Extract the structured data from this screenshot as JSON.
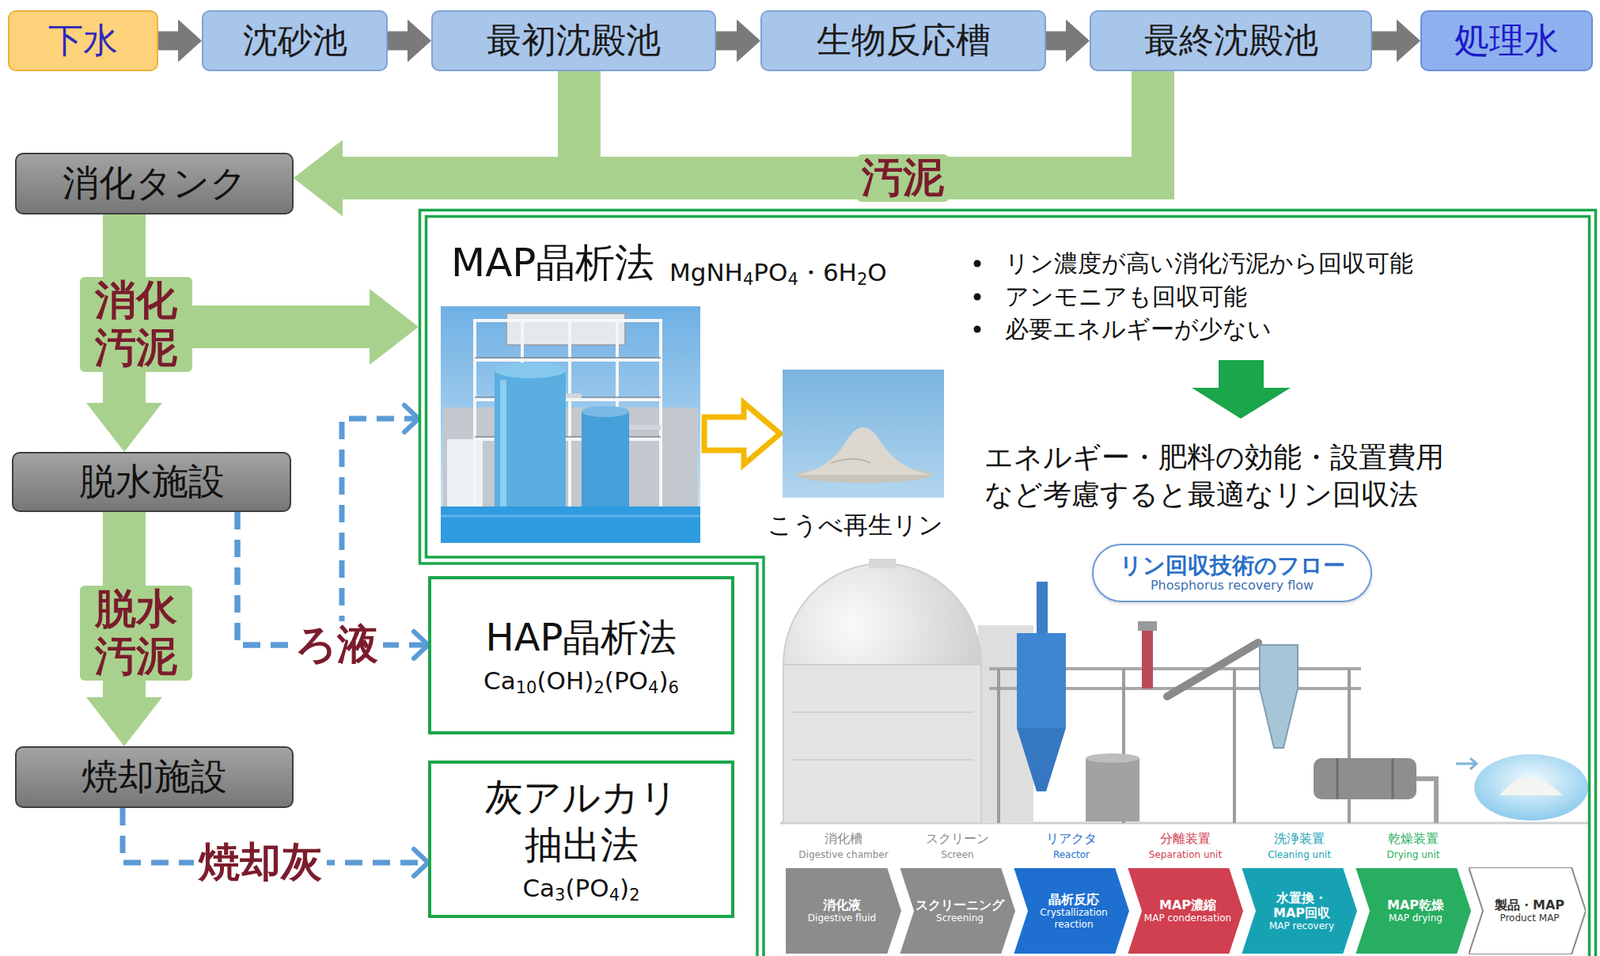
{
  "diagram": {
    "nodes": [
      {
        "text": [
          "下水"
        ]
      },
      {
        "text": [
          "沈砂池"
        ]
      },
      {
        "text": [
          "最初沈殿池"
        ]
      },
      {
        "text": [
          "生物反応槽"
        ]
      },
      {
        "text": [
          "最終沈殿池"
        ]
      },
      {
        "text": [
          "処理水"
        ]
      },
      {
        "text": [
          "消化タンク"
        ]
      },
      {
        "text": [
          "脱水施設"
        ]
      },
      {
        "text": [
          "焼却施設"
        ]
      },
      {
        "text": [
          "MAP晶析法",
          "MgNH4PO4・6H2O",
          "リン濃度が高い消化汚泥から回収可能",
          "アンモニアも回収可能",
          "必要エネルギーが少ない",
          "エネルギー・肥料の効能・設置費用 など考慮すると最適なリン回収法"
        ]
      },
      {
        "text": [
          "HAP晶析法",
          "Ca10(OH)2(PO4)6"
        ]
      },
      {
        "text": [
          "灰アルカリ 抽出法",
          "Ca3(PO4)2"
        ]
      },
      {
        "text": [
          "リン回収技術のフロー",
          "Phosphorus recovery flow"
        ],
        "in": 9
      },
      {
        "text": [
          "消化液",
          "Digestive fluid"
        ],
        "in": 9
      },
      {
        "text": [
          "スクリーニング",
          "Screening"
        ],
        "in": 9
      },
      {
        "text": [
          "晶析反応",
          "Crystallization reaction"
        ],
        "in": 9
      },
      {
        "text": [
          "MAP濃縮",
          "MAP condensation"
        ],
        "in": 9
      },
      {
        "text": [
          "水置換・ MAP回収",
          "MAP recovery"
        ],
        "in": 9
      },
      {
        "text": [
          "MAP乾燥",
          "MAP drying"
        ],
        "in": 9
      },
      {
        "text": [
          "製品・MAP",
          "Product MAP"
        ],
        "in": 9
      }
    ],
    "edges": [
      {
        "from": 0,
        "to": 1,
        "arrow": "to"
      },
      {
        "from": 1,
        "to": 2,
        "arrow": "to"
      },
      {
        "from": 2,
        "to": 3,
        "arrow": "to"
      },
      {
        "from": 3,
        "to": 4,
        "arrow": "to"
      },
      {
        "from": 4,
        "to": 5,
        "arrow": "to"
      },
      {
        "from": 2,
        "to": 6,
        "arrow": "to"
      },
      {
        "from": 4,
        "to": 6,
        "label": "汚泥",
        "arrow": "to"
      },
      {
        "from": 6,
        "to": 7,
        "label": "消化 汚泥",
        "arrow": "to"
      },
      {
        "from": 6,
        "to": 9,
        "arrow": "to"
      },
      {
        "from": 7,
        "to": 8,
        "label": "脱水 汚泥",
        "arrow": "to"
      },
      {
        "from": 7,
        "to": 10,
        "label": "ろ液",
        "arrow": "to"
      },
      {
        "from": 7,
        "to": 9,
        "arrow": "to"
      },
      {
        "from": 8,
        "to": 11,
        "label": "焼却灰",
        "arrow": "to"
      }
    ],
    "labels": [
      "こうべ再生リン",
      "消化槽",
      "Digestive chamber",
      "スクリーン",
      "Screen",
      "リアクタ",
      "Reactor",
      "分離装置",
      "Separation unit",
      "洗浄装置",
      "Cleaning unit",
      "乾燥装置",
      "Drying unit"
    ]
  }
}
